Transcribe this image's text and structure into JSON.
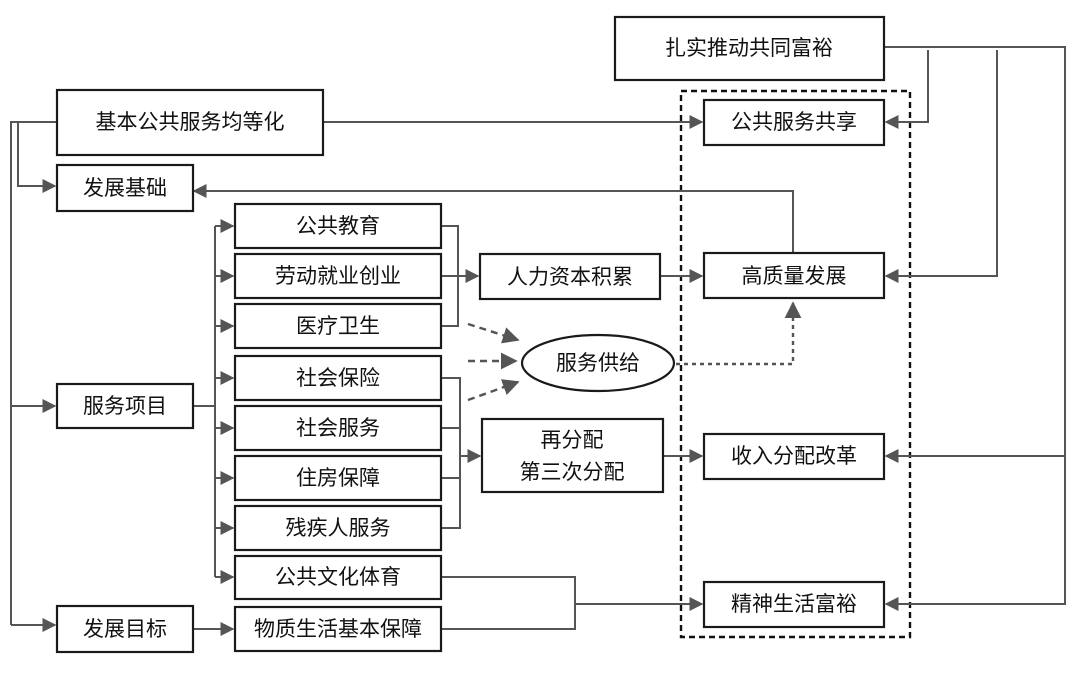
{
  "nodes": {
    "top_goal": "扎实推动共同富裕",
    "equalization": "基本公共服务均等化",
    "dev_basis": "发展基础",
    "service_items": "服务项目",
    "dev_goal": "发展目标",
    "public_education": "公共教育",
    "labor_employment": "劳动就业创业",
    "medical_health": "医疗卫生",
    "social_insurance": "社会保险",
    "social_services": "社会服务",
    "housing_security": "住房保障",
    "disability_services": "残疾人服务",
    "culture_sports": "公共文化体育",
    "material_security": "物质生活基本保障",
    "human_capital": "人力资本积累",
    "service_supply": "服务供给",
    "redistribution_1": "再分配",
    "redistribution_2": "第三次分配",
    "public_sharing": "公共服务共享",
    "high_quality": "高质量发展",
    "income_reform": "收入分配改革",
    "spiritual_richness": "精神生活富裕"
  },
  "colors": {
    "box_stroke": "#1a1a1a",
    "line": "#555555",
    "text": "#111111"
  }
}
